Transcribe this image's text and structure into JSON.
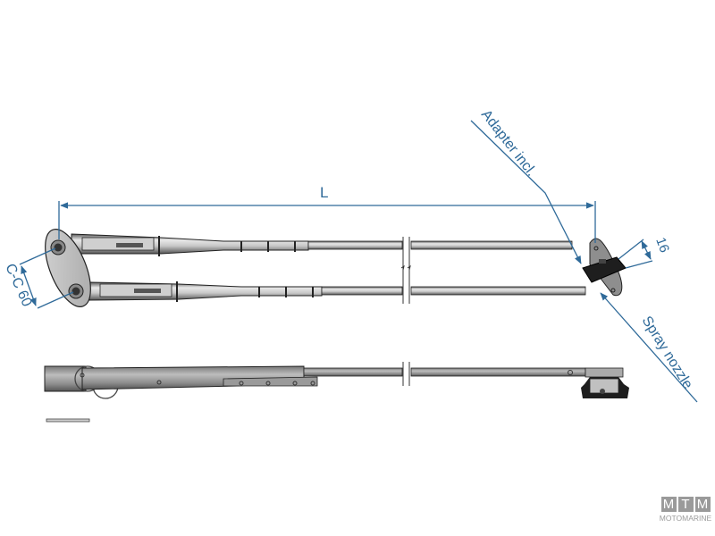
{
  "diagram": {
    "type": "technical-drawing",
    "subject": "pantograph wiper arm",
    "views": [
      "top view",
      "side view"
    ],
    "dimensions": {
      "length_label": "L",
      "center_distance_label": "C-C 60",
      "nozzle_width_label": "16"
    },
    "callouts": {
      "adapter": "Adapter incl.",
      "spray_nozzle": "Spray nozzle"
    },
    "colors": {
      "dimension_line": "#2f6a99",
      "metal_light": "#d9d9d9",
      "metal_dark": "#4a4a4a",
      "nozzle_black": "#1e1e1e",
      "logo_gray": "#9a9a9a"
    }
  },
  "logo": {
    "letters": [
      "M",
      "T",
      "M"
    ],
    "text": "MOTOMARINE"
  }
}
